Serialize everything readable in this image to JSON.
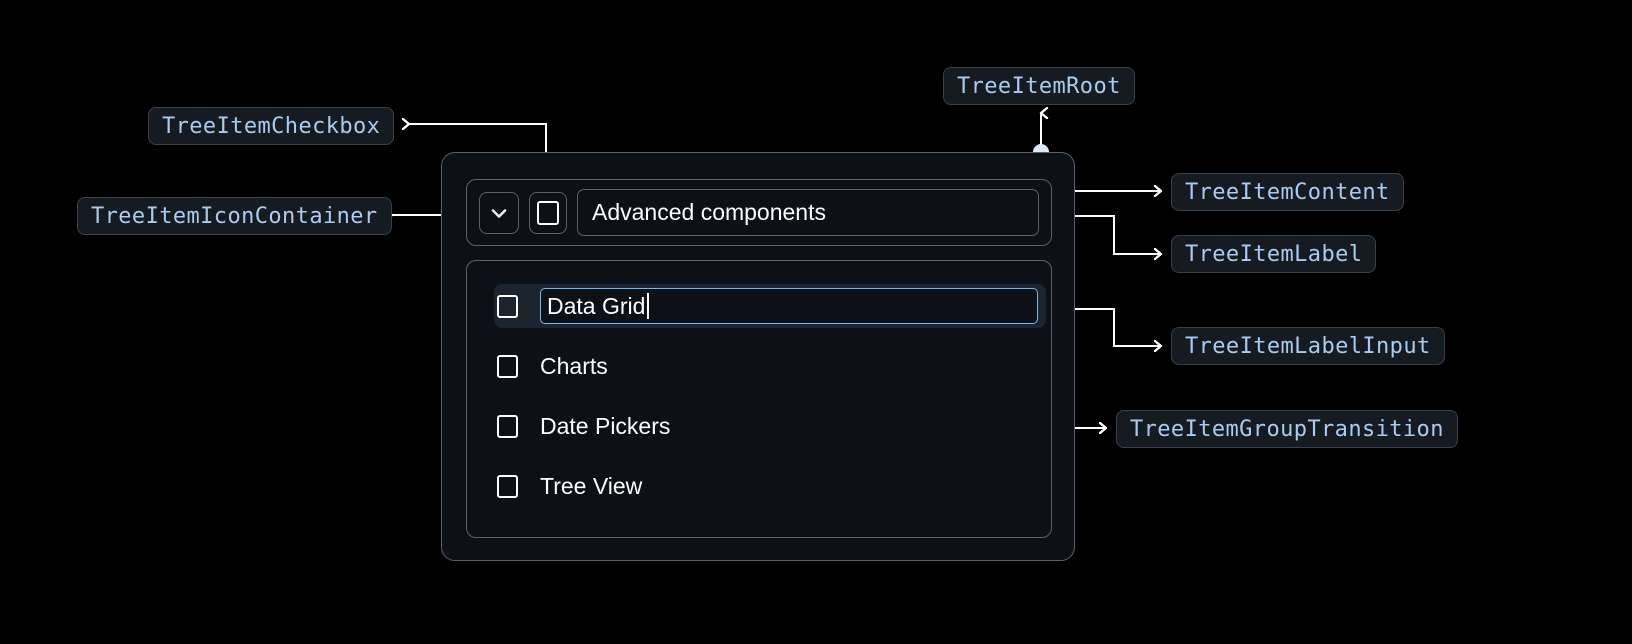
{
  "theme": {
    "background": "#000000",
    "panel_bg": "#0d1117",
    "panel_border": "#5a6169",
    "chip_bg": "#161b22",
    "chip_border": "#39414d",
    "chip_text": "#aacbf0",
    "focus_border": "#7ab3e8",
    "selected_row_bg": "#1c2430",
    "text": "#ffffff",
    "wire": "#ffffff",
    "dot": "#dfe9f5"
  },
  "annotations": [
    {
      "id": "tree-item-checkbox",
      "label": "TreeItemCheckbox"
    },
    {
      "id": "tree-item-icon-container",
      "label": "TreeItemIconContainer"
    },
    {
      "id": "tree-item-root",
      "label": "TreeItemRoot"
    },
    {
      "id": "tree-item-content",
      "label": "TreeItemContent"
    },
    {
      "id": "tree-item-label",
      "label": "TreeItemLabel"
    },
    {
      "id": "tree-item-label-input",
      "label": "TreeItemLabelInput"
    },
    {
      "id": "tree-item-group-transition",
      "label": "TreeItemGroupTransition"
    }
  ],
  "tree": {
    "parent": {
      "expand_icon": "chevron-down-icon",
      "checkbox_checked": false,
      "label": "Advanced components"
    },
    "children": [
      {
        "label": "Data Grid",
        "checked": false,
        "editing": true,
        "selected": true
      },
      {
        "label": "Charts",
        "checked": false,
        "editing": false,
        "selected": false
      },
      {
        "label": "Date Pickers",
        "checked": false,
        "editing": false,
        "selected": false
      },
      {
        "label": "Tree View",
        "checked": false,
        "editing": false,
        "selected": false
      }
    ]
  }
}
